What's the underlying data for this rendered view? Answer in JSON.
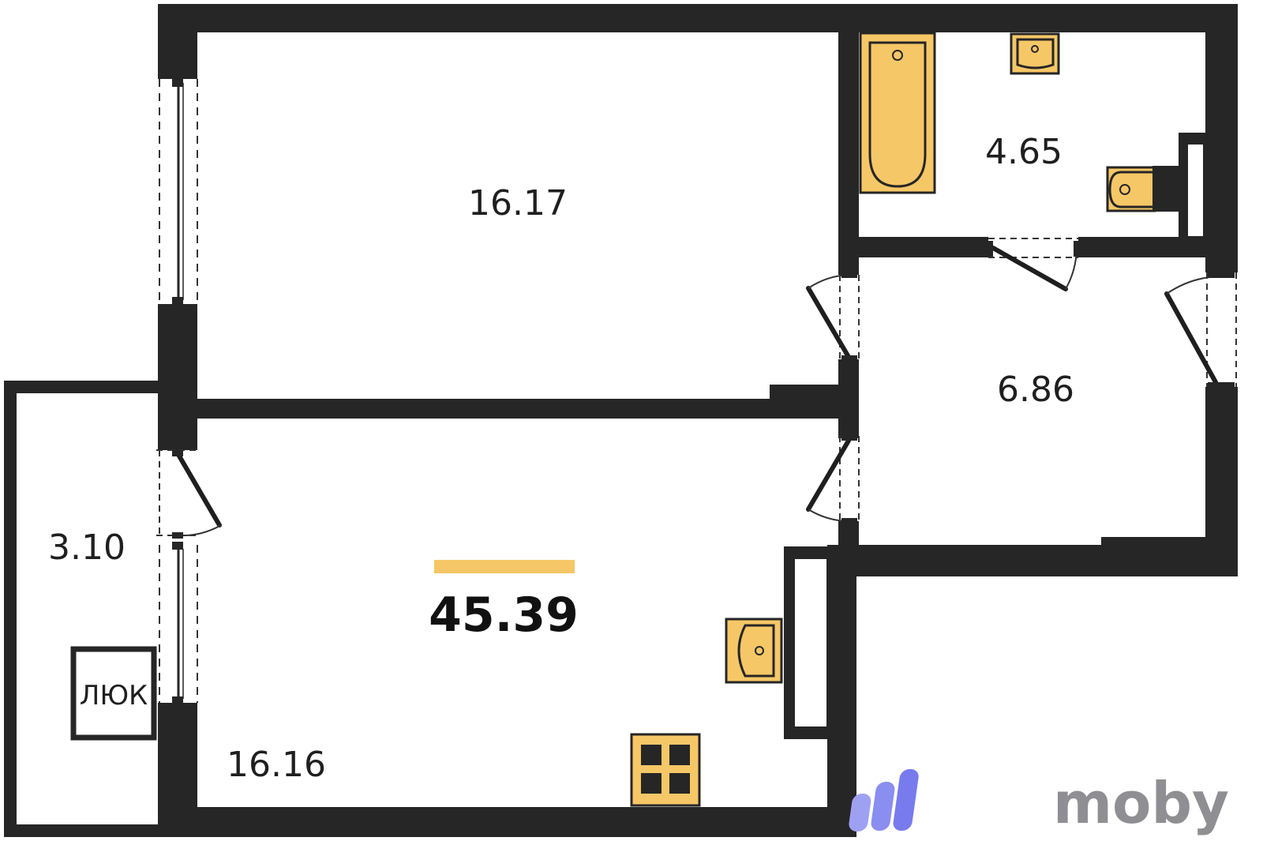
{
  "rooms": [
    {
      "id": "room-living",
      "area": "16.17"
    },
    {
      "id": "room-bathroom",
      "area": "4.65"
    },
    {
      "id": "room-hall",
      "area": "6.86"
    },
    {
      "id": "room-balcony",
      "area": "3.10"
    },
    {
      "id": "room-kitchen",
      "area": "16.16"
    }
  ],
  "total_area": "45.39",
  "hatch_label": "ЛЮК",
  "brand": {
    "name": "moby",
    "text_color": "#8f8f93",
    "icon_color": "#8b8ff0"
  },
  "colors": {
    "wall": "#262626",
    "fixture": "#f6c766",
    "total_bar": "#f6c766"
  }
}
